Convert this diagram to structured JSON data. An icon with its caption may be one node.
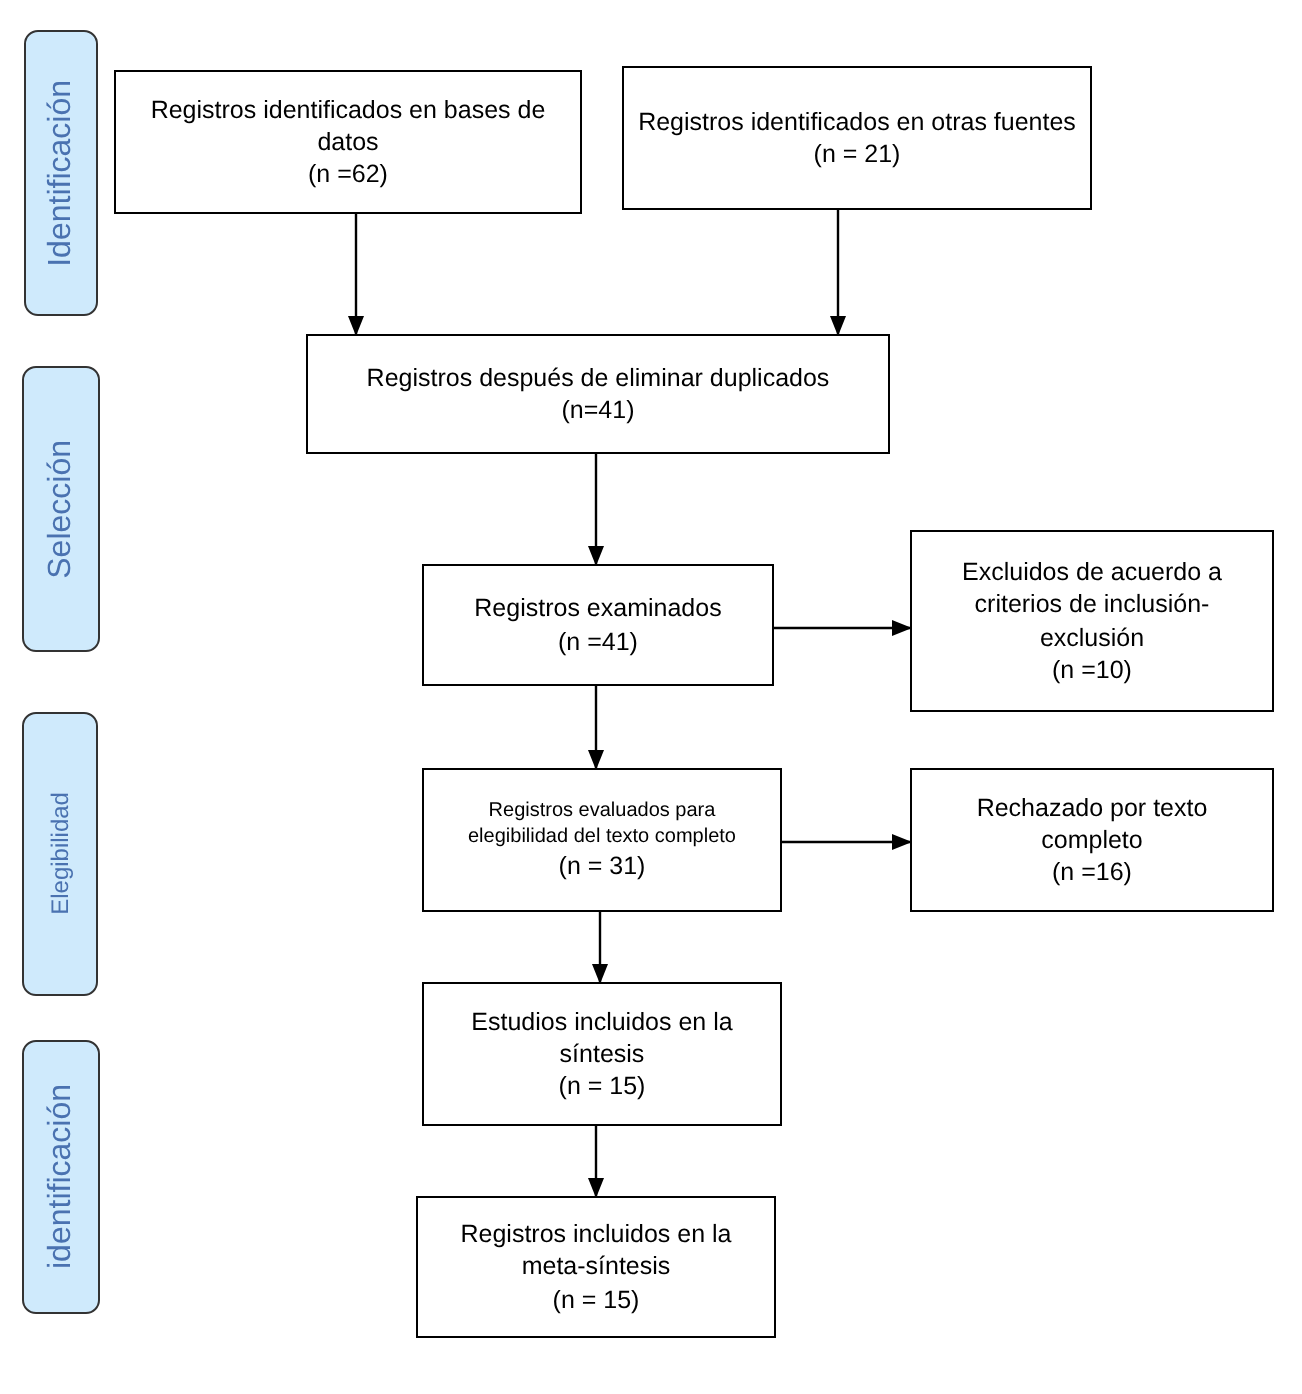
{
  "diagram": {
    "nodes": [
      {
        "text": [
          "Identificación"
        ]
      },
      {
        "text": [
          "Selección"
        ]
      },
      {
        "text": [
          "Elegibilidad"
        ]
      },
      {
        "text": [
          "identificación"
        ]
      },
      {
        "text": [
          "Registros identificados en bases de datos",
          "(n =62)"
        ]
      },
      {
        "text": [
          "Registros identificados en otras fuentes",
          "(n = 21)"
        ]
      },
      {
        "text": [
          "Registros después de eliminar duplicados",
          "(n=41)"
        ]
      },
      {
        "text": [
          "Registros examinados",
          "(n =41)"
        ]
      },
      {
        "text": [
          "Excluidos de acuerdo a criterios de inclusión-exclusión",
          "(n =10)"
        ]
      },
      {
        "text": [
          "Registros evaluados para elegibilidad del texto completo",
          "(n = 31)"
        ]
      },
      {
        "text": [
          "Rechazado por texto completo",
          "(n =16)"
        ]
      },
      {
        "text": [
          "Estudios incluidos en la síntesis",
          "(n = 15)"
        ]
      },
      {
        "text": [
          "Registros incluidos en la meta-síntesis",
          "(n = 15)"
        ]
      }
    ],
    "edges": [
      {
        "from": 4,
        "to": 6,
        "arrow": "to"
      },
      {
        "from": 5,
        "to": 6,
        "arrow": "to"
      },
      {
        "from": 6,
        "to": 7,
        "arrow": "to"
      },
      {
        "from": 7,
        "to": 8,
        "arrow": "to"
      },
      {
        "from": 7,
        "to": 9,
        "arrow": "to"
      },
      {
        "from": 9,
        "to": 10,
        "arrow": "to"
      },
      {
        "from": 9,
        "to": 11,
        "arrow": "to"
      },
      {
        "from": 11,
        "to": 12,
        "arrow": "to"
      }
    ]
  }
}
